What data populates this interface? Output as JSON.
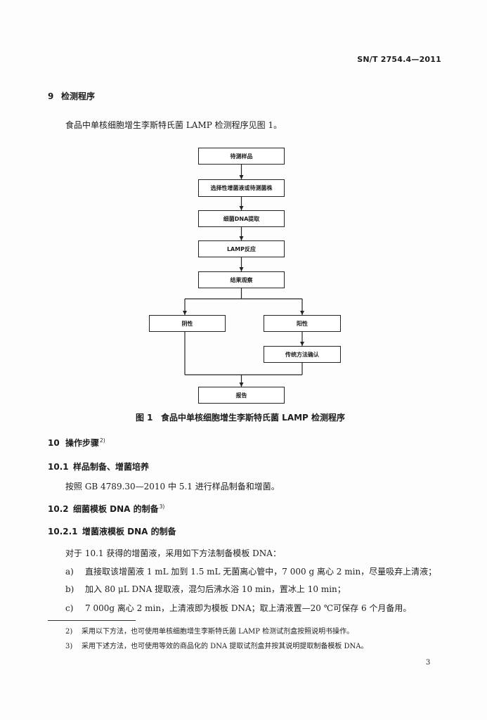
{
  "header": {
    "standard_number": "SN/T 2754.4—2011"
  },
  "sections": {
    "s9": {
      "number": "9",
      "title": "检测程序"
    },
    "s10": {
      "number": "10",
      "title": "操作步骤",
      "note_ref": "2)"
    },
    "s10_1": {
      "number": "10.1",
      "title": "样品制备、增菌培养"
    },
    "s10_2": {
      "number": "10.2",
      "title": "细菌模板 DNA 的制备",
      "note_ref": "3)"
    },
    "s10_2_1": {
      "number": "10.2.1",
      "title": "增菌液模板 DNA 的制备"
    }
  },
  "paragraphs": {
    "p9": "食品中单核细胞增生李斯特氏菌 LAMP 检测程序见图 1。",
    "p10_1": "按照 GB 4789.30—2010 中 5.1 进行样品制备和增菌。",
    "p10_2_1": "对于 10.1 获得的增菌液，采用如下方法制备模板 DNA："
  },
  "steps": [
    {
      "label": "a)",
      "text": "直接取该增菌液 1 mL 加到 1.5 mL 无菌离心管中，7 000 g 离心 2 min，尽量吸弃上清液；"
    },
    {
      "label": "b)",
      "text": "加入 80 μL DNA 提取液，混匀后沸水浴 10 min，置冰上 10 min；"
    },
    {
      "label": "c)",
      "text": "7 000g 离心 2 min，上清液即为模板 DNA；取上清液置—20 ℃可保存 6 个月备用。"
    }
  ],
  "flowchart": {
    "sample": "待测样品",
    "enrichment": "选择性增菌液或待测菌株",
    "dna_extraction": "细菌DNA提取",
    "lamp_reaction": "LAMP反应",
    "observation": "结果观察",
    "negative": "阴性",
    "positive": "阳性",
    "confirmation": "传统方法确认",
    "report": "报告"
  },
  "figure": {
    "label": "图 1",
    "title": "食品中单核细胞增生李斯特氏菌 LAMP 检测程序"
  },
  "footnotes": [
    {
      "label": "2)",
      "text": "采用以下方法，也可使用单核细胞增生李斯特氏菌 LAMP 检测试剂盒按照说明书操作。"
    },
    {
      "label": "3)",
      "text": "采用下述方法，也可使用等效的商品化的 DNA 提取试剂盒并按其说明提取制备模板 DNA。"
    }
  ],
  "page_number": "3"
}
